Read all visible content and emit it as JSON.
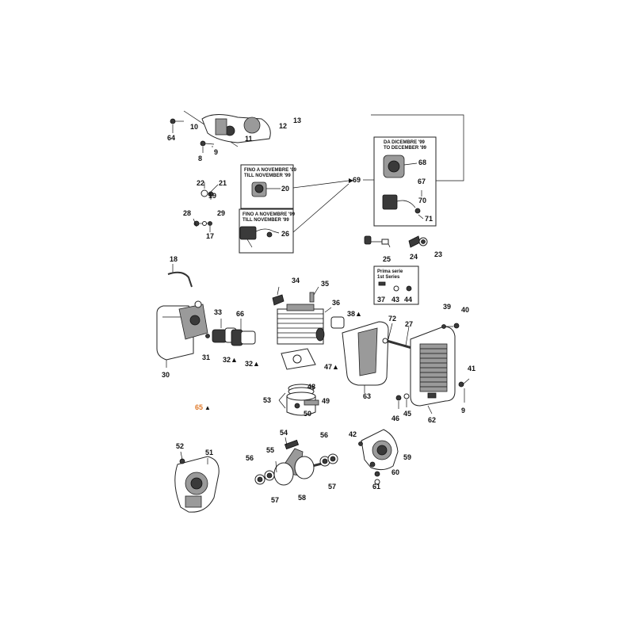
{
  "box_notes": {
    "fino_novembre_1": "FINO A NOVEMBRE '99",
    "till_november_1": "TILL NOVEMBER   '99",
    "fino_novembre_2": "FINO A NOVEMBRE '99",
    "till_november_2": "TILL NOVEMBER   '99",
    "da_dicembre": "DA DICEMBRE   '99",
    "to_december": "TO DECEMBER  '99",
    "prima_serie": "Prima serie",
    "first_series": "1st Series"
  },
  "labels": [
    {
      "id": "64",
      "text": "64"
    },
    {
      "id": "10",
      "text": "10"
    },
    {
      "id": "11",
      "text": "11"
    },
    {
      "id": "12",
      "text": "12"
    },
    {
      "id": "13",
      "text": "13"
    },
    {
      "id": "9a",
      "text": "9"
    },
    {
      "id": "8",
      "text": "8"
    },
    {
      "id": "22",
      "text": "22"
    },
    {
      "id": "21",
      "text": "21"
    },
    {
      "id": "19",
      "text": "19"
    },
    {
      "id": "28",
      "text": "28"
    },
    {
      "id": "29",
      "text": "29"
    },
    {
      "id": "17",
      "text": "17"
    },
    {
      "id": "20",
      "text": "20"
    },
    {
      "id": "26",
      "text": "26"
    },
    {
      "id": "69",
      "text": "69"
    },
    {
      "id": "68",
      "text": "68"
    },
    {
      "id": "67",
      "text": "67"
    },
    {
      "id": "70",
      "text": "70"
    },
    {
      "id": "71",
      "text": "71"
    },
    {
      "id": "25",
      "text": "25"
    },
    {
      "id": "24",
      "text": "24"
    },
    {
      "id": "23",
      "text": "23"
    },
    {
      "id": "18",
      "text": "18"
    },
    {
      "id": "34",
      "text": "34"
    },
    {
      "id": "35",
      "text": "35"
    },
    {
      "id": "36",
      "text": "36"
    },
    {
      "id": "37",
      "text": "37"
    },
    {
      "id": "43",
      "text": "43"
    },
    {
      "id": "44",
      "text": "44"
    },
    {
      "id": "33",
      "text": "33"
    },
    {
      "id": "66",
      "text": "66"
    },
    {
      "id": "38",
      "text": "38▲"
    },
    {
      "id": "39",
      "text": "39"
    },
    {
      "id": "40",
      "text": "40"
    },
    {
      "id": "72",
      "text": "72"
    },
    {
      "id": "27",
      "text": "27"
    },
    {
      "id": "30",
      "text": "30"
    },
    {
      "id": "31",
      "text": "31"
    },
    {
      "id": "32a",
      "text": "32▲"
    },
    {
      "id": "32b",
      "text": "32▲"
    },
    {
      "id": "47",
      "text": "47▲"
    },
    {
      "id": "41",
      "text": "41"
    },
    {
      "id": "48",
      "text": "48"
    },
    {
      "id": "53",
      "text": "53"
    },
    {
      "id": "49",
      "text": "49"
    },
    {
      "id": "50",
      "text": "50"
    },
    {
      "id": "63",
      "text": "63"
    },
    {
      "id": "46",
      "text": "46"
    },
    {
      "id": "45",
      "text": "45"
    },
    {
      "id": "62",
      "text": "62"
    },
    {
      "id": "9b",
      "text": "9"
    },
    {
      "id": "65",
      "text": "65"
    },
    {
      "id": "54",
      "text": "54"
    },
    {
      "id": "56a",
      "text": "56"
    },
    {
      "id": "42",
      "text": "42"
    },
    {
      "id": "52",
      "text": "52"
    },
    {
      "id": "51",
      "text": "51"
    },
    {
      "id": "55",
      "text": "55"
    },
    {
      "id": "56b",
      "text": "56"
    },
    {
      "id": "59",
      "text": "59"
    },
    {
      "id": "57a",
      "text": "57"
    },
    {
      "id": "57b",
      "text": "57"
    },
    {
      "id": "58",
      "text": "58"
    },
    {
      "id": "60",
      "text": "60"
    },
    {
      "id": "61",
      "text": "61"
    }
  ],
  "highlight_color": "#e07a2a",
  "icons": [
    "triangle-marker-icon"
  ]
}
